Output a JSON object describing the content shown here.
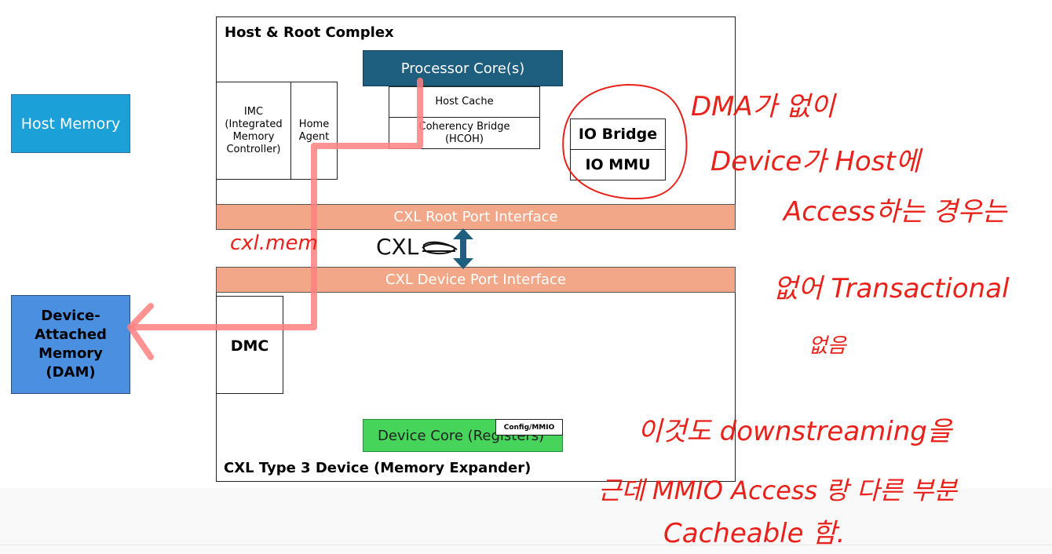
{
  "diagram": {
    "host_complex_title": "Host & Root Complex",
    "device_title": "CXL Type 3 Device (Memory Expander)",
    "host_memory": "Host Memory",
    "dam_lines": [
      "Device-",
      "Attached",
      "Memory",
      "(DAM)"
    ],
    "processor_core": "Processor Core(s)",
    "host_cache": "Host Cache",
    "coherency_bridge_lines": [
      "Coherency Bridge",
      "(HCOH)"
    ],
    "imc_lines": [
      "IMC",
      "(Integrated",
      "Memory",
      "Controller)"
    ],
    "home_agent_lines": [
      "Home",
      "Agent"
    ],
    "io_bridge": "IO Bridge",
    "io_mmu": "IO MMU",
    "root_port": "CXL Root Port Interface",
    "device_port": "CXL Device Port Interface",
    "dmc": "DMC",
    "device_core": "Device Core (Registers)",
    "config_mmio": "Config/MMIO",
    "link_label": "CXL"
  },
  "annotations": {
    "cxl_mem": "cxl.mem",
    "line1": "DMA가 없이",
    "line2": "Device가 Host에",
    "line3": "Access하는 경우는",
    "line4": "없어 Transactional",
    "line5": "없음",
    "line6": "이것도 downstreaming을",
    "line7": "근데 MMIO Access 랑 다른 부분",
    "line8": "Cacheable 함."
  },
  "colors": {
    "host_memory": "#1ba1d8",
    "dam": "#4b8fe0",
    "processor_core": "#1e5e7e",
    "port": "#f2a888",
    "device_core": "#47d45a",
    "path": "#ff8080",
    "ink": "#e8211a"
  }
}
